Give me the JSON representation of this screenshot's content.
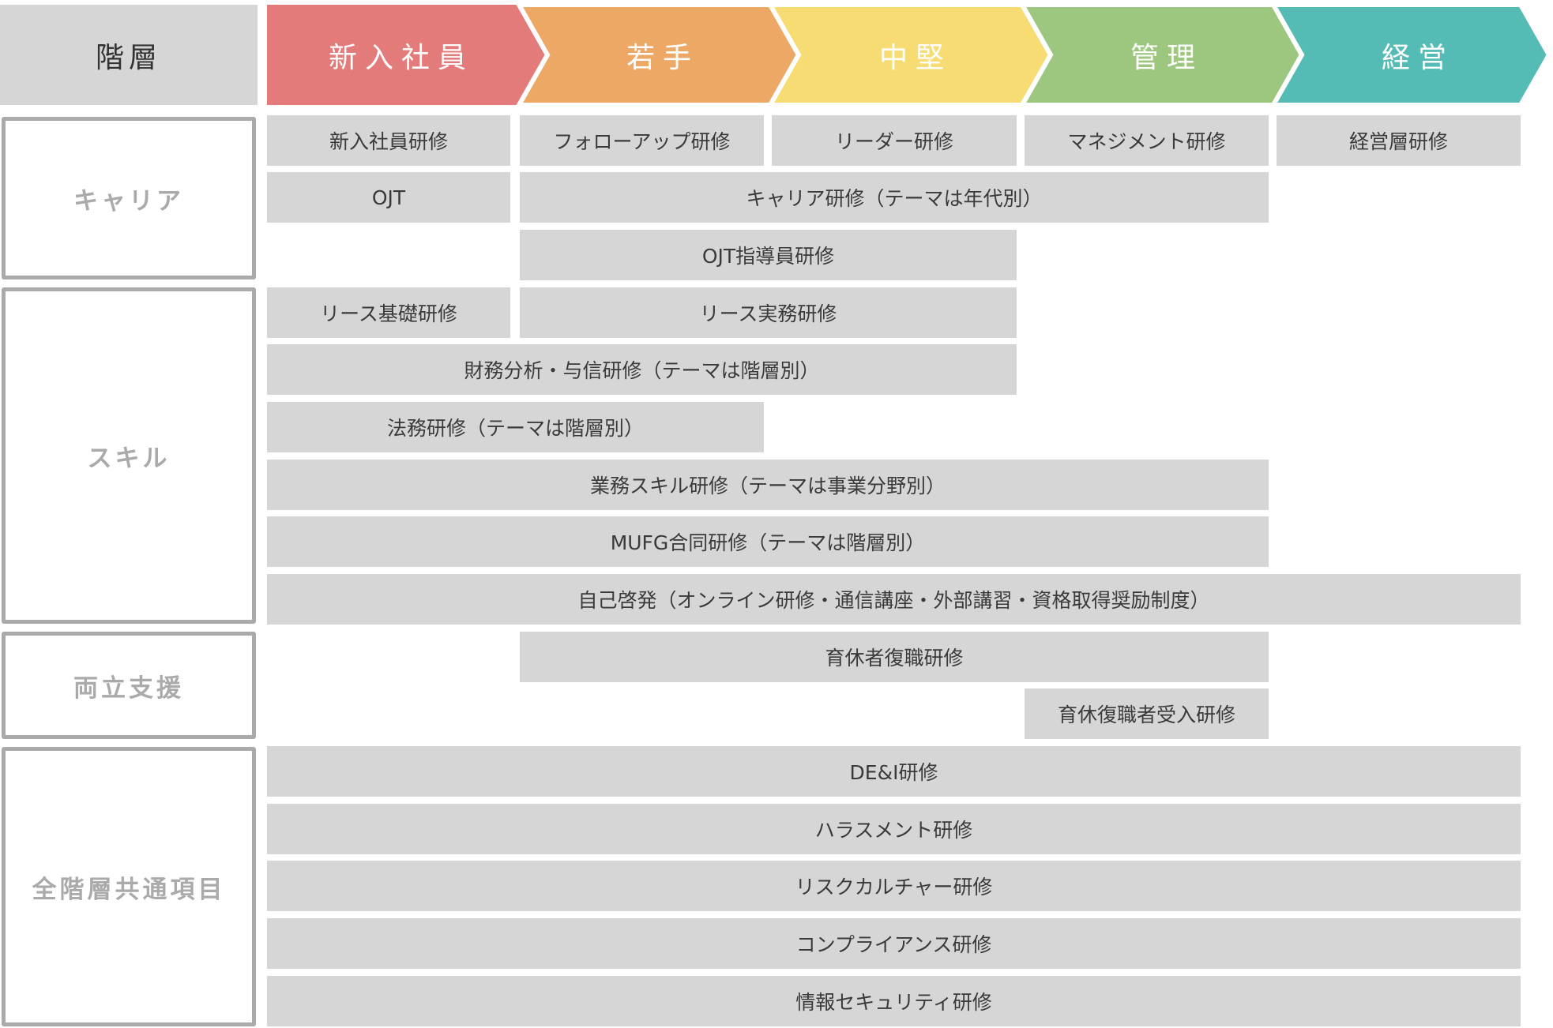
{
  "header": {
    "label": "階層",
    "levels": [
      {
        "label": "新入社員",
        "color": "#E47B7B"
      },
      {
        "label": "若手",
        "color": "#EEA866"
      },
      {
        "label": "中堅",
        "color": "#F7DC73"
      },
      {
        "label": "管理",
        "color": "#9DC77F"
      },
      {
        "label": "経営",
        "color": "#55BCB5"
      }
    ]
  },
  "categories": [
    {
      "label": "キャリア"
    },
    {
      "label": "スキル"
    },
    {
      "label": "両立支援"
    },
    {
      "label": "全階層共通項目"
    }
  ],
  "programs": {
    "career": [
      {
        "label": "新入社員研修",
        "from": "新入社員",
        "to": "新入社員"
      },
      {
        "label": "フォローアップ研修",
        "from": "若手",
        "to": "若手"
      },
      {
        "label": "リーダー研修",
        "from": "中堅",
        "to": "中堅"
      },
      {
        "label": "マネジメント研修",
        "from": "管理",
        "to": "管理"
      },
      {
        "label": "経営層研修",
        "from": "経営",
        "to": "経営"
      },
      {
        "label": "OJT",
        "from": "新入社員",
        "to": "新入社員"
      },
      {
        "label": "キャリア研修（テーマは年代別）",
        "from": "若手",
        "to": "管理"
      },
      {
        "label": "OJT指導員研修",
        "from": "若手",
        "to": "中堅"
      }
    ],
    "skill": [
      {
        "label": "リース基礎研修",
        "from": "新入社員",
        "to": "新入社員"
      },
      {
        "label": "リース実務研修",
        "from": "若手",
        "to": "中堅"
      },
      {
        "label": "財務分析・与信研修（テーマは階層別）",
        "from": "新入社員",
        "to": "中堅"
      },
      {
        "label": "法務研修（テーマは階層別）",
        "from": "新入社員",
        "to": "若手"
      },
      {
        "label": "業務スキル研修（テーマは事業分野別）",
        "from": "新入社員",
        "to": "管理"
      },
      {
        "label": "MUFG合同研修（テーマは階層別）",
        "from": "新入社員",
        "to": "管理"
      },
      {
        "label": "自己啓発（オンライン研修・通信講座・外部講習・資格取得奨励制度）",
        "from": "新入社員",
        "to": "経営"
      }
    ],
    "support": [
      {
        "label": "育休者復職研修",
        "from": "若手",
        "to": "管理"
      },
      {
        "label": "育休復職者受入研修",
        "from": "管理",
        "to": "管理"
      }
    ],
    "common": [
      {
        "label": "DE&I研修",
        "from": "新入社員",
        "to": "経営"
      },
      {
        "label": "ハラスメント研修",
        "from": "新入社員",
        "to": "経営"
      },
      {
        "label": "リスクカルチャー研修",
        "from": "新入社員",
        "to": "経営"
      },
      {
        "label": "コンプライアンス研修",
        "from": "新入社員",
        "to": "経営"
      },
      {
        "label": "情報セキュリティ研修",
        "from": "新入社員",
        "to": "経営"
      }
    ]
  },
  "colors": {
    "cell_bg": "#D6D6D6",
    "cell_text": "#3A3A3A",
    "category_border": "#AAAAAA",
    "category_text": "#AAAAAA",
    "header_label_bg": "#D6D6D6"
  }
}
